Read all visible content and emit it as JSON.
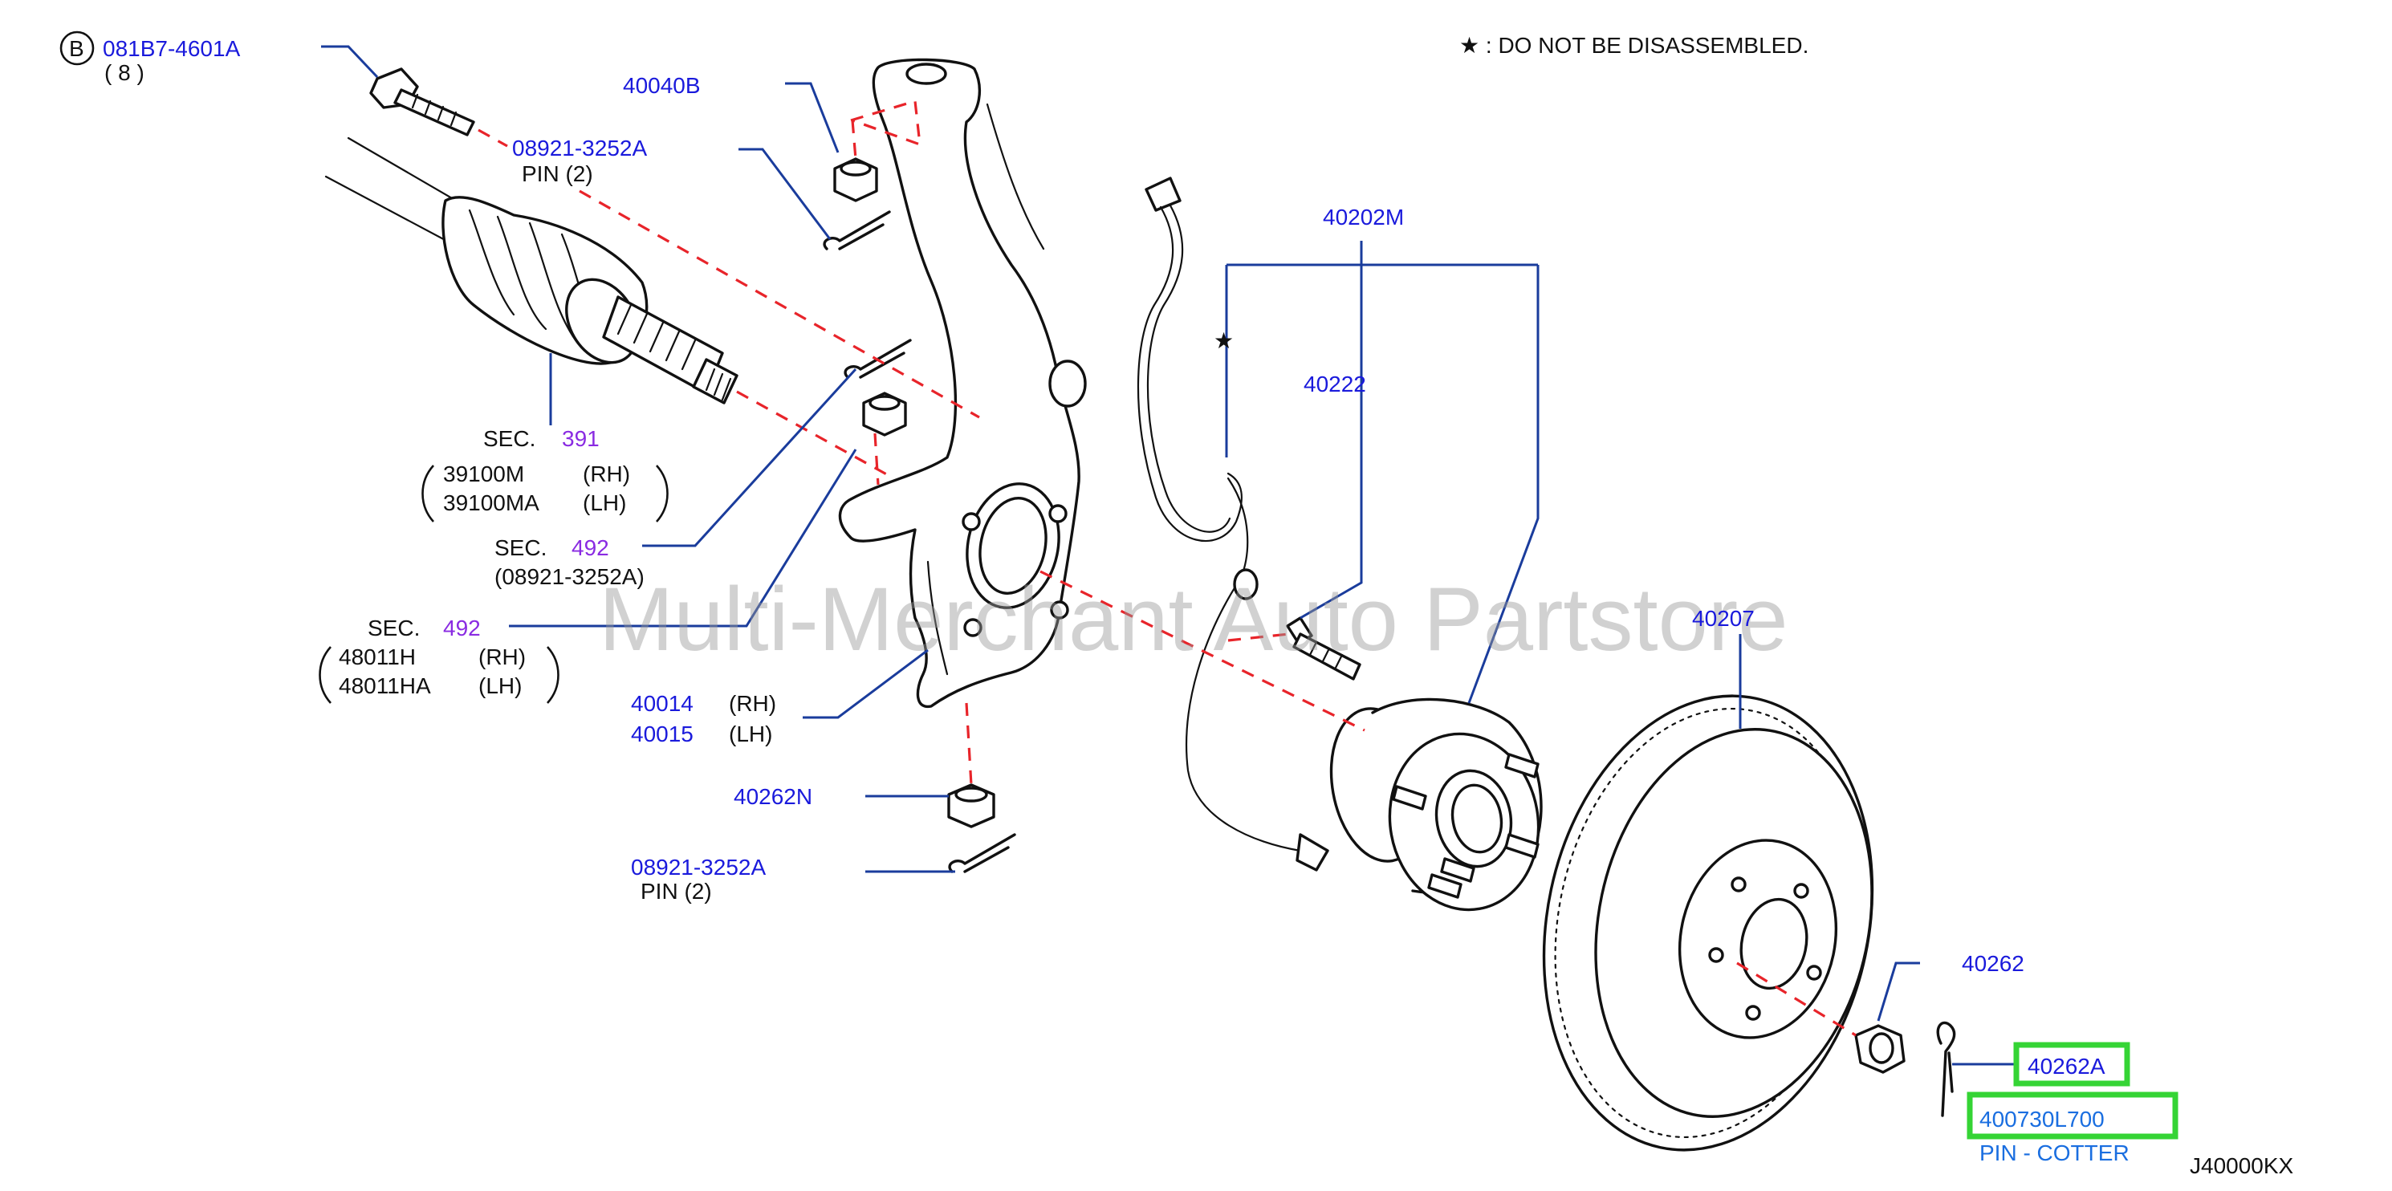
{
  "header_note": "★ :  DO   NOT   BE   DISASSEMBLED.",
  "watermark": "Multi-Merchant Auto Partstore",
  "diagram_code": "J40000KX",
  "callouts": {
    "bolt_circle": "B",
    "bolt_part": "081B7-4601A",
    "bolt_qty": "(   8   )",
    "nut_40040b": "40040B",
    "pin_top_part": "08921-3252A",
    "pin_top_desc": "PIN     (2)",
    "sec391_label": "SEC.",
    "sec391_num": "391",
    "shaft_rh_part": "39100M",
    "shaft_rh_side": "(RH)",
    "shaft_lh_part": "39100MA",
    "shaft_lh_side": "(LH)",
    "sec492a_label": "SEC.",
    "sec492a_num": "492",
    "sec492a_sub": "(08921-3252A)",
    "sec492b_label": "SEC.",
    "sec492b_num": "492",
    "tie_rh_part": "48011H",
    "tie_rh_side": "(RH)",
    "tie_lh_part": "48011HA",
    "tie_lh_side": "(LH)",
    "knuckle_rh_part": "40014",
    "knuckle_rh_side": "(RH)",
    "knuckle_lh_part": "40015",
    "knuckle_lh_side": "(LH)",
    "nut_40262n": "40262N",
    "pin_bottom_part": "08921-3252A",
    "pin_bottom_desc": "PIN     (2)",
    "hub_assy": "40202M",
    "star_mark": "★",
    "hub_bolt": "40222",
    "rotor": "40207",
    "hub_nut": "40262",
    "nut_40262a": "40262A",
    "cotter_part": "400730L700",
    "cotter_desc": "PIN - COTTER"
  },
  "colors": {
    "part_number": "#1a1adc",
    "section_ref": "#8a2be2",
    "leader": "#1a3c9c",
    "centerline": "#e8242a",
    "highlight": "#35d435"
  }
}
